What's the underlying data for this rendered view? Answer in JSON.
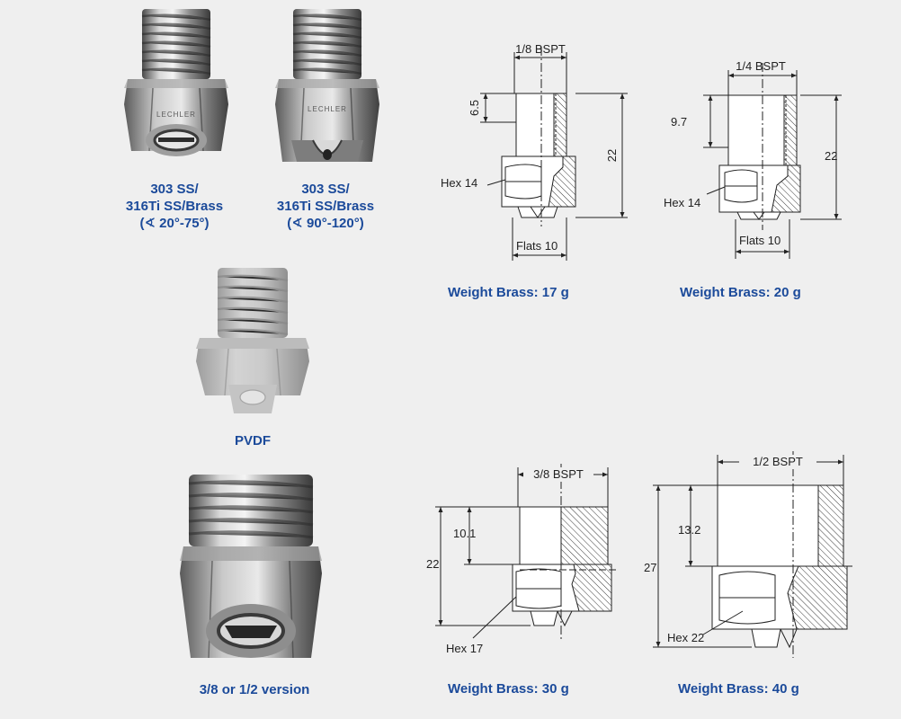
{
  "products": {
    "steel_small": {
      "line1": "303 SS/",
      "line2": "316Ti SS/Brass",
      "line3": "(∢ 20°-75°)",
      "logo": "LECHLER"
    },
    "steel_wide": {
      "line1": "303 SS/",
      "line2": "316Ti SS/Brass",
      "line3": "(∢ 90°-120°)",
      "logo": "LECHLER"
    },
    "pvdf": {
      "label": "PVDF"
    },
    "large": {
      "label": "3/8 or 1/2 version"
    }
  },
  "drawings": {
    "d1": {
      "thread": "1/8 BSPT",
      "dim_top": "6.5",
      "dim_total": "22",
      "hex": "Hex 14",
      "flats": "Flats 10",
      "weight": "Weight Brass: 17 g"
    },
    "d2": {
      "thread": "1/4 BSPT",
      "dim_top": "9.7",
      "dim_total": "22",
      "hex": "Hex 14",
      "flats": "Flats 10",
      "weight": "Weight Brass: 20 g"
    },
    "d3": {
      "thread": "3/8 BSPT",
      "dim_top": "10.1",
      "dim_total": "22",
      "hex": "Hex 17",
      "weight": "Weight Brass: 30 g"
    },
    "d4": {
      "thread": "1/2 BSPT",
      "dim_top": "13.2",
      "dim_total": "27",
      "hex": "Hex 22",
      "weight": "Weight Brass: 40 g"
    }
  },
  "colors": {
    "caption_blue": "#1b4a9a",
    "panel_bg": "#efefef",
    "line": "#222222"
  }
}
